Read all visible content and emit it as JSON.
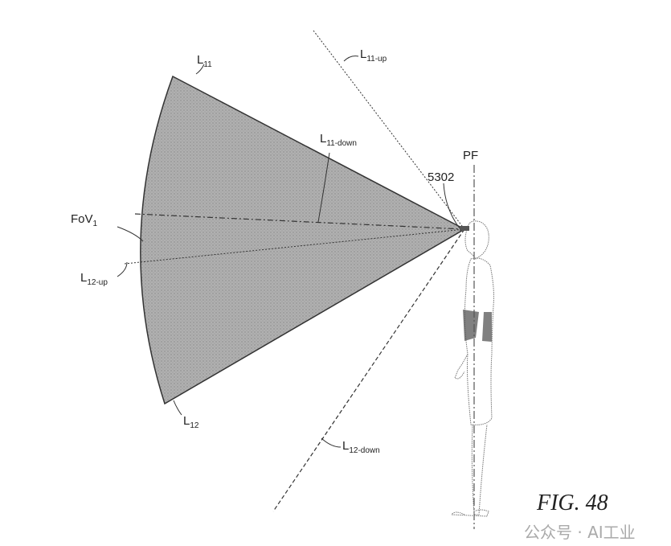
{
  "labels": {
    "l11": {
      "main": "L",
      "sub": "11"
    },
    "l11_up": {
      "main": "L",
      "sub": "11-up"
    },
    "l11_down": {
      "main": "L",
      "sub": "11-down"
    },
    "l12": {
      "main": "L",
      "sub": "12"
    },
    "l12_up": {
      "main": "L",
      "sub": "12-up"
    },
    "l12_down": {
      "main": "L",
      "sub": "12-down"
    },
    "fov": {
      "main": "FoV",
      "sub": "1"
    },
    "pf": "PF",
    "device": "5302"
  },
  "figure_label": "FIG. 48",
  "watermark": "公众号 · AI工业",
  "colors": {
    "fov_fill": "#a9a9a9",
    "line": "#333333"
  }
}
